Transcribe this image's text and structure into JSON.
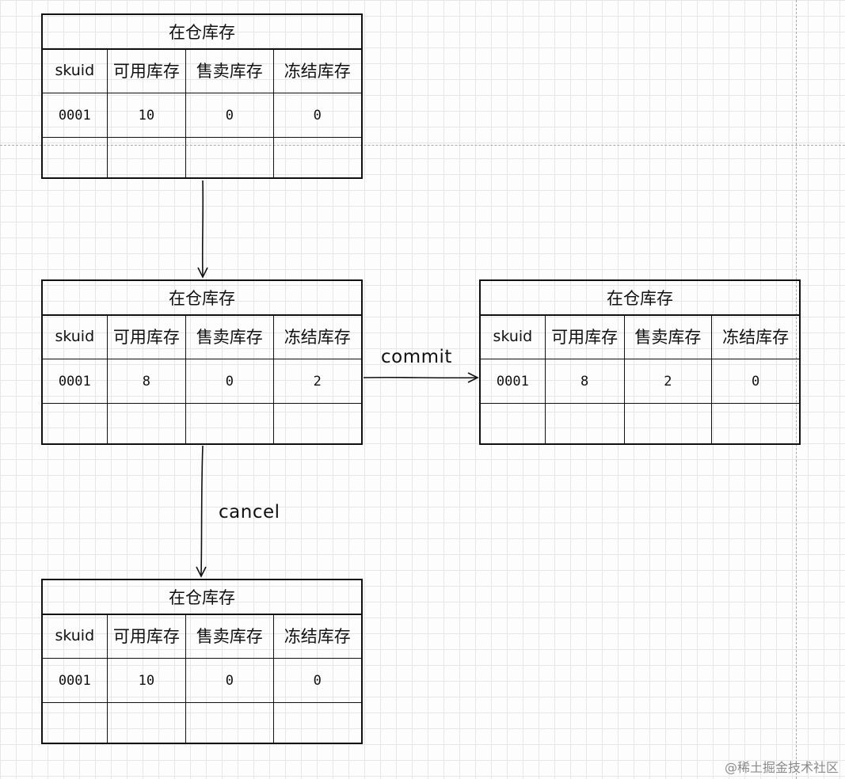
{
  "diagram": {
    "tables": [
      {
        "id": "top",
        "title": "在仓库存",
        "headers": [
          "skuid",
          "可用库存",
          "售卖库存",
          "冻结库存"
        ],
        "row": [
          "0001",
          "10",
          "0",
          "0"
        ]
      },
      {
        "id": "middle",
        "title": "在仓库存",
        "headers": [
          "skuid",
          "可用库存",
          "售卖库存",
          "冻结库存"
        ],
        "row": [
          "0001",
          "8",
          "0",
          "2"
        ]
      },
      {
        "id": "right",
        "title": "在仓库存",
        "headers": [
          "skuid",
          "可用库存",
          "售卖库存",
          "冻结库存"
        ],
        "row": [
          "0001",
          "8",
          "2",
          "0"
        ]
      },
      {
        "id": "bottom",
        "title": "在仓库存",
        "headers": [
          "skuid",
          "可用库存",
          "售卖库存",
          "冻结库存"
        ],
        "row": [
          "0001",
          "10",
          "0",
          "0"
        ]
      }
    ],
    "edges": [
      {
        "from": "top",
        "to": "middle",
        "label": ""
      },
      {
        "from": "middle",
        "to": "right",
        "label": "commit"
      },
      {
        "from": "middle",
        "to": "bottom",
        "label": "cancel"
      }
    ]
  },
  "watermark": "@稀土掘金技术社区",
  "colors": {
    "ink": "#111111",
    "grid": "#e6e6e6",
    "guide": "#a9a9a9"
  }
}
